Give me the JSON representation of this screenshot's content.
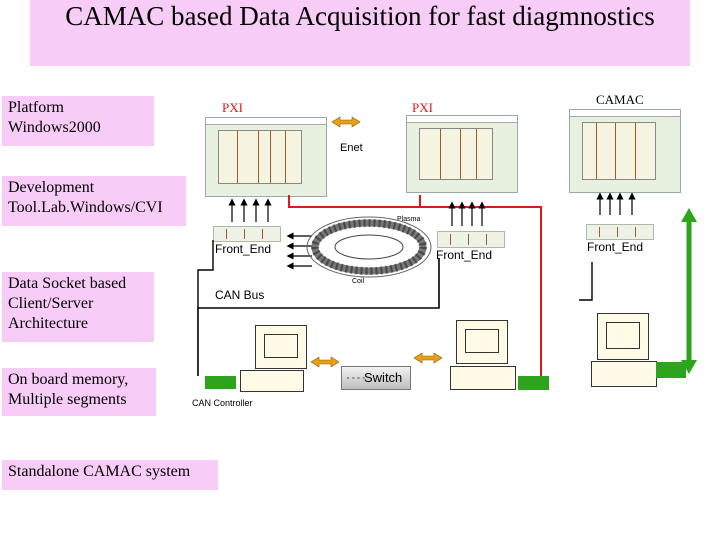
{
  "title": "CAMAC based Data Acquisition for fast diagmnostics",
  "sidebar": {
    "labels": [
      "Platform\nWindows2000",
      "Development\nTool.Lab.Windows/CVI",
      "Data Socket based\nClient/Server\nArchitecture",
      "On board memory,\nMultiple segments",
      "Standalone CAMAC system"
    ]
  },
  "diagram": {
    "pxi_left": "PXI",
    "pxi_right": "PXI",
    "camac": "CAMAC",
    "enet": "Enet",
    "front_end_left": "Front_End",
    "front_end_mid": "Front_End",
    "front_end_right": "Front_End",
    "plasma": "Plasma",
    "coil": "Coil",
    "can_bus": "CAN Bus",
    "switch": "Switch",
    "can_controller": "CAN Controller"
  },
  "colors": {
    "title_bg": "#f7ccf7",
    "label_bg": "#f7ccf7",
    "red_wire": "#e01818",
    "arrow_orange": "#e8a018",
    "green_bar": "#2ea31e",
    "green_box": "#2ea31e"
  }
}
